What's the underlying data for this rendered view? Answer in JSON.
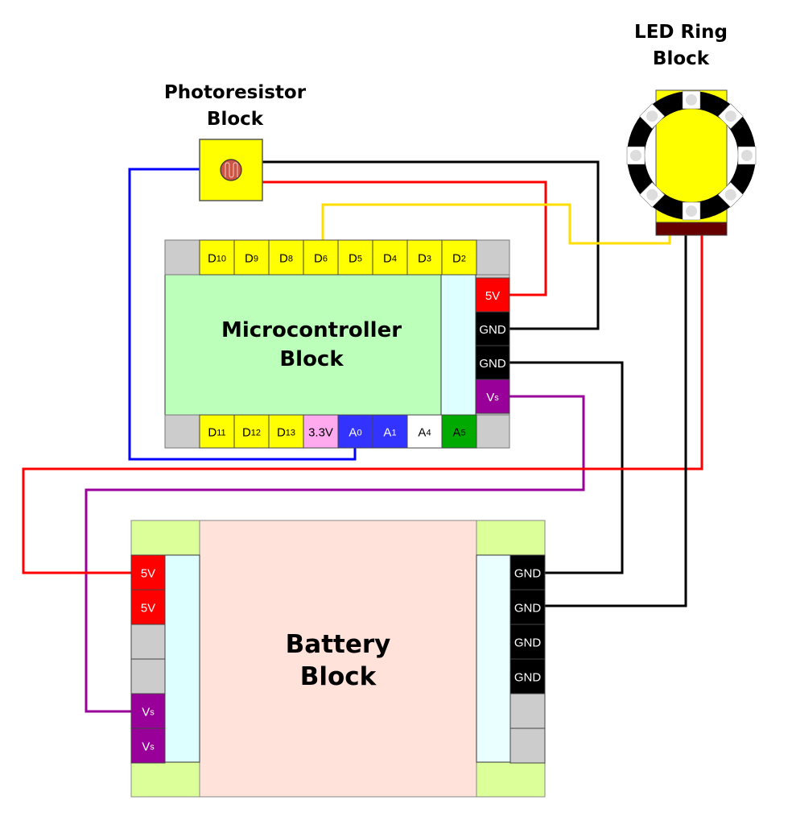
{
  "colors": {
    "yellow": "#ffff00",
    "gray": "#cccccc",
    "red": "#ff0000",
    "black": "#000000",
    "purple": "#990099",
    "blue": "#3333ff",
    "green": "#00aa00",
    "pink": "#ffaaee",
    "white": "#ffffff",
    "mcu_body": "#bbffbb",
    "rail": "#ddffff",
    "battery_body": "#ffe2da",
    "battery_corner": "#ddff99",
    "led_connector": "#660000",
    "photoresistor": "#cc5544"
  },
  "blocks": {
    "photoresistor": {
      "title_line1": "Photoresistor",
      "title_line2": "Block"
    },
    "led_ring": {
      "title_line1": "LED Ring",
      "title_line2": "Block",
      "led_count": 8
    },
    "microcontroller": {
      "title_line1": "Microcontroller",
      "title_line2": "Block",
      "top_pins": [
        {
          "label": "D",
          "sub": "10",
          "color": "yellow"
        },
        {
          "label": "D",
          "sub": "9",
          "color": "yellow"
        },
        {
          "label": "D",
          "sub": "8",
          "color": "yellow"
        },
        {
          "label": "D",
          "sub": "6",
          "color": "yellow"
        },
        {
          "label": "D",
          "sub": "5",
          "color": "yellow"
        },
        {
          "label": "D",
          "sub": "4",
          "color": "yellow"
        },
        {
          "label": "D",
          "sub": "3",
          "color": "yellow"
        },
        {
          "label": "D",
          "sub": "2",
          "color": "yellow"
        }
      ],
      "bottom_pins": [
        {
          "label": "D",
          "sub": "11",
          "color": "yellow",
          "text": "black"
        },
        {
          "label": "D",
          "sub": "12",
          "color": "yellow",
          "text": "black"
        },
        {
          "label": "D",
          "sub": "13",
          "color": "yellow",
          "text": "black"
        },
        {
          "label": "3.3V",
          "sub": "",
          "color": "pink",
          "text": "black"
        },
        {
          "label": "A",
          "sub": "0",
          "color": "blue",
          "text": "white"
        },
        {
          "label": "A",
          "sub": "1",
          "color": "blue",
          "text": "white"
        },
        {
          "label": "A",
          "sub": "4",
          "color": "white",
          "text": "black"
        },
        {
          "label": "A",
          "sub": "5",
          "color": "green",
          "text": "black"
        }
      ],
      "right_pins": [
        {
          "label": "5V",
          "sub": "",
          "color": "red"
        },
        {
          "label": "GND",
          "sub": "",
          "color": "black"
        },
        {
          "label": "GND",
          "sub": "",
          "color": "black"
        },
        {
          "label": "V",
          "sub": "s",
          "color": "purple"
        }
      ]
    },
    "battery": {
      "title_line1": "Battery",
      "title_line2": "Block",
      "left_pins": [
        {
          "label": "5V",
          "sub": "",
          "color": "red"
        },
        {
          "label": "5V",
          "sub": "",
          "color": "red"
        },
        {
          "label": "",
          "sub": "",
          "color": "gray"
        },
        {
          "label": "",
          "sub": "",
          "color": "gray"
        },
        {
          "label": "V",
          "sub": "s",
          "color": "purple"
        },
        {
          "label": "V",
          "sub": "s",
          "color": "purple"
        }
      ],
      "right_pins": [
        {
          "label": "GND",
          "sub": "",
          "color": "black"
        },
        {
          "label": "GND",
          "sub": "",
          "color": "black"
        },
        {
          "label": "GND",
          "sub": "",
          "color": "black"
        },
        {
          "label": "GND",
          "sub": "",
          "color": "black"
        },
        {
          "label": "",
          "sub": "",
          "color": "gray"
        },
        {
          "label": "",
          "sub": "",
          "color": "gray"
        }
      ]
    }
  },
  "wires": [
    {
      "name": "wire-photoresistor-signal-to-a0",
      "color": "#0000ff"
    },
    {
      "name": "wire-photoresistor-gnd-to-mcu-gnd",
      "color": "#000000"
    },
    {
      "name": "wire-photoresistor-power-to-mcu-5v",
      "color": "#ff0000"
    },
    {
      "name": "wire-mcu-d6-to-led-data",
      "color": "#ffdd00"
    },
    {
      "name": "wire-mcu-gnd-to-battery-gnd",
      "color": "#000000"
    },
    {
      "name": "wire-mcu-vs-to-battery-vs",
      "color": "#990099"
    },
    {
      "name": "wire-led-power-to-battery-5v",
      "color": "#ff0000"
    },
    {
      "name": "wire-led-gnd-to-battery-gnd",
      "color": "#000000"
    }
  ]
}
